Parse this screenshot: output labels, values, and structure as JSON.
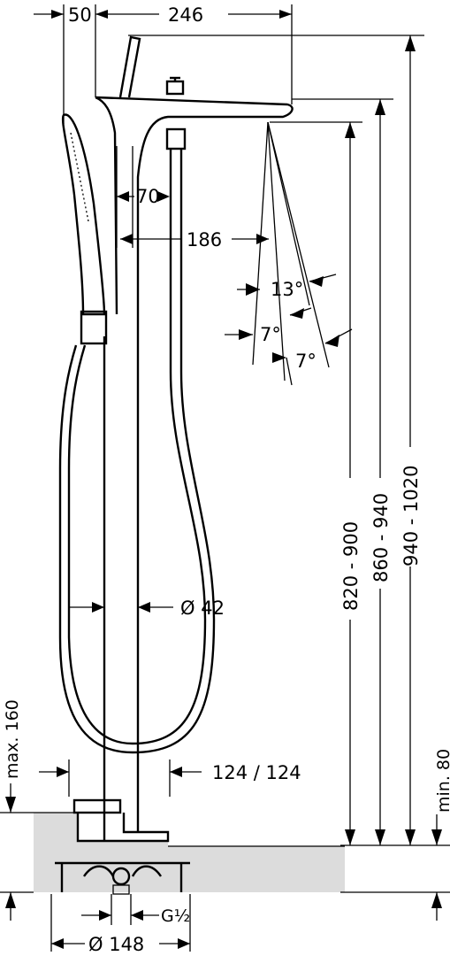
{
  "diagram": {
    "dimensions": {
      "d_50": "50",
      "d_246": "246",
      "d_70": "70",
      "d_186": "186",
      "d_13deg": "13°",
      "d_7deg_a": "7°",
      "d_7deg_b": "7°",
      "d_diam42": "Ø 42",
      "d_124": "124 / 124",
      "d_max160": "max. 160",
      "d_min80": "min. 80",
      "d_820_900": "820 - 900",
      "d_860_940": "860 - 940",
      "d_940_1020": "940 - 1020",
      "d_g12": "G½",
      "d_diam148": "Ø 148"
    },
    "colors": {
      "floor": "#dcdcdc",
      "line": "#000000"
    }
  }
}
